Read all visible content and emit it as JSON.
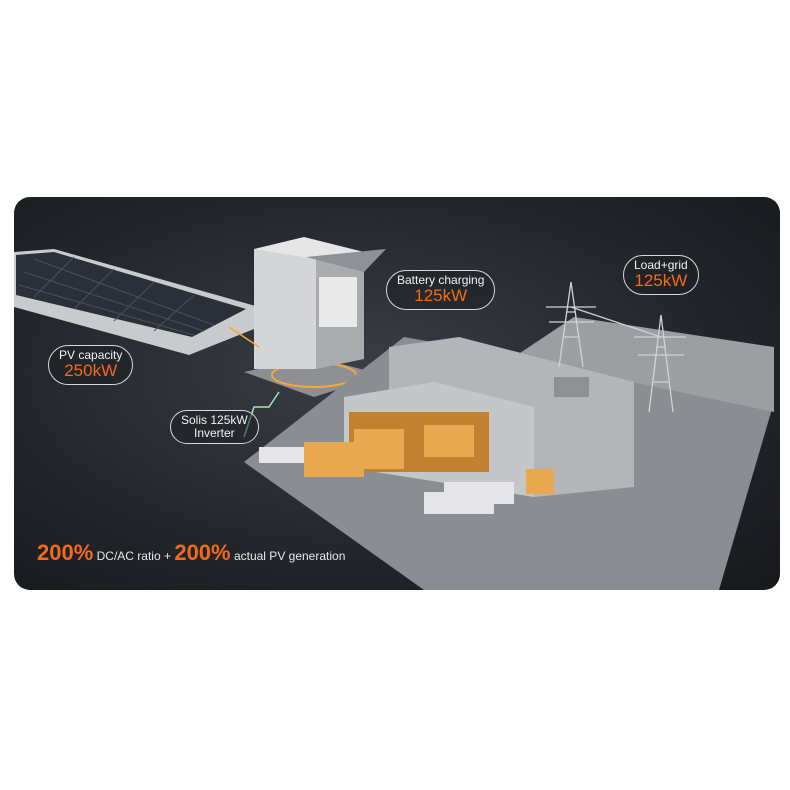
{
  "labels": {
    "pv": {
      "title": "PV capacity",
      "value": "250kW"
    },
    "inverter": {
      "line1": "Solis 125kW",
      "line2": "Inverter"
    },
    "battery": {
      "title": "Battery charging",
      "value": "125kW"
    },
    "load": {
      "title": "Load+grid",
      "value": "125kW"
    }
  },
  "footer": {
    "pct1": "200%",
    "text1": "DC/AC ratio +",
    "pct2": "200%",
    "text2": "actual PV generation"
  },
  "colors": {
    "accent": "#f26a1b",
    "background": "#24272d",
    "green_line": "#9fe8b0"
  }
}
